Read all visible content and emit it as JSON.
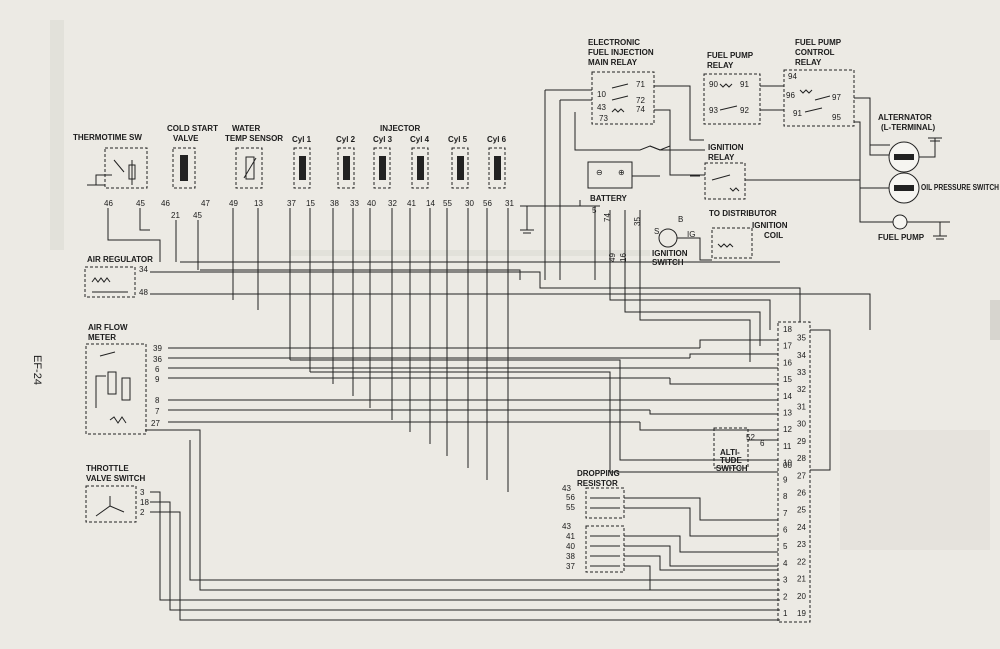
{
  "page_id": "EF-24",
  "labels": {
    "efi_relay": [
      "ELECTRONIC",
      "FUEL INJECTION",
      "MAIN RELAY"
    ],
    "fuel_pump_relay": [
      "FUEL PUMP",
      "RELAY"
    ],
    "fuel_pump_control_relay": [
      "FUEL PUMP",
      "CONTROL",
      "RELAY"
    ],
    "alternator": [
      "ALTERNATOR",
      "(L-TERMINAL)"
    ],
    "oil_pressure_sw": "OIL PRESSURE SWITCH",
    "fuel_pump": "FUEL PUMP",
    "ignition_relay": [
      "IGNITION",
      "RELAY"
    ],
    "to_distributor": "TO DISTRIBUTOR",
    "ignition_coil": [
      "IGNITION",
      "COIL"
    ],
    "battery": "BATTERY",
    "ignition_switch": [
      "IGNITION",
      "SWITCH"
    ],
    "thermotime_sw": "THERMOTIME SW",
    "cold_start_valve": [
      "COLD START",
      "VALVE"
    ],
    "water_temp_sensor": [
      "WATER",
      "TEMP SENSOR"
    ],
    "injector": "INJECTOR",
    "cyl": [
      "Cyl 1",
      "Cyl 2",
      "Cyl 3",
      "Cyl 4",
      "Cyl 5",
      "Cyl 6"
    ],
    "air_regulator": "AIR REGULATOR",
    "air_flow_meter": [
      "AIR FLOW",
      "METER"
    ],
    "throttle_valve_switch": [
      "THROTTLE",
      "VALVE SWITCH"
    ],
    "dropping_resistor": [
      "DROPPING",
      "RESISTOR"
    ],
    "altitude_switch": [
      "ALTI-",
      "TUDE",
      "SWITCH"
    ]
  },
  "terminals": {
    "efi_relay": [
      "71",
      "10",
      "72",
      "43",
      "74",
      "73"
    ],
    "fuel_pump_relay": [
      "90",
      "91",
      "93",
      "92"
    ],
    "fuel_pump_control_relay": [
      "94",
      "96",
      "97",
      "91",
      "95"
    ],
    "battery": [
      "5",
      "74",
      "35"
    ],
    "ignition_switch": [
      "49",
      "16",
      "S",
      "B",
      "IG"
    ],
    "thermotime": [
      "46",
      "45"
    ],
    "cold_start": [
      "46",
      "47",
      "21",
      "45"
    ],
    "water_temp": [
      "49",
      "13"
    ],
    "injectors": [
      "37",
      "15",
      "38",
      "33",
      "40",
      "32",
      "41",
      "14",
      "55",
      "30",
      "56",
      "31"
    ],
    "air_regulator": [
      "34",
      "48"
    ],
    "air_flow_meter": [
      "39",
      "36",
      "6",
      "9",
      "8",
      "7",
      "27"
    ],
    "throttle": [
      "3",
      "18",
      "2"
    ],
    "dropping_resistor_a": [
      "43",
      "56",
      "55"
    ],
    "dropping_resistor_b": [
      "43",
      "41",
      "40",
      "38",
      "37"
    ],
    "altitude": [
      "52",
      "6"
    ],
    "connector_left": [
      "18",
      "17",
      "16",
      "15",
      "14",
      "13",
      "12",
      "11",
      "10",
      "9",
      "8",
      "7",
      "6",
      "5",
      "4",
      "3",
      "2",
      "1"
    ],
    "connector_right": [
      "35",
      "34",
      "33",
      "32",
      "31",
      "30",
      "29",
      "28",
      "27",
      "26",
      "25",
      "24",
      "23",
      "22",
      "21",
      "20",
      "19"
    ],
    "connector_extra": [
      "00"
    ]
  }
}
